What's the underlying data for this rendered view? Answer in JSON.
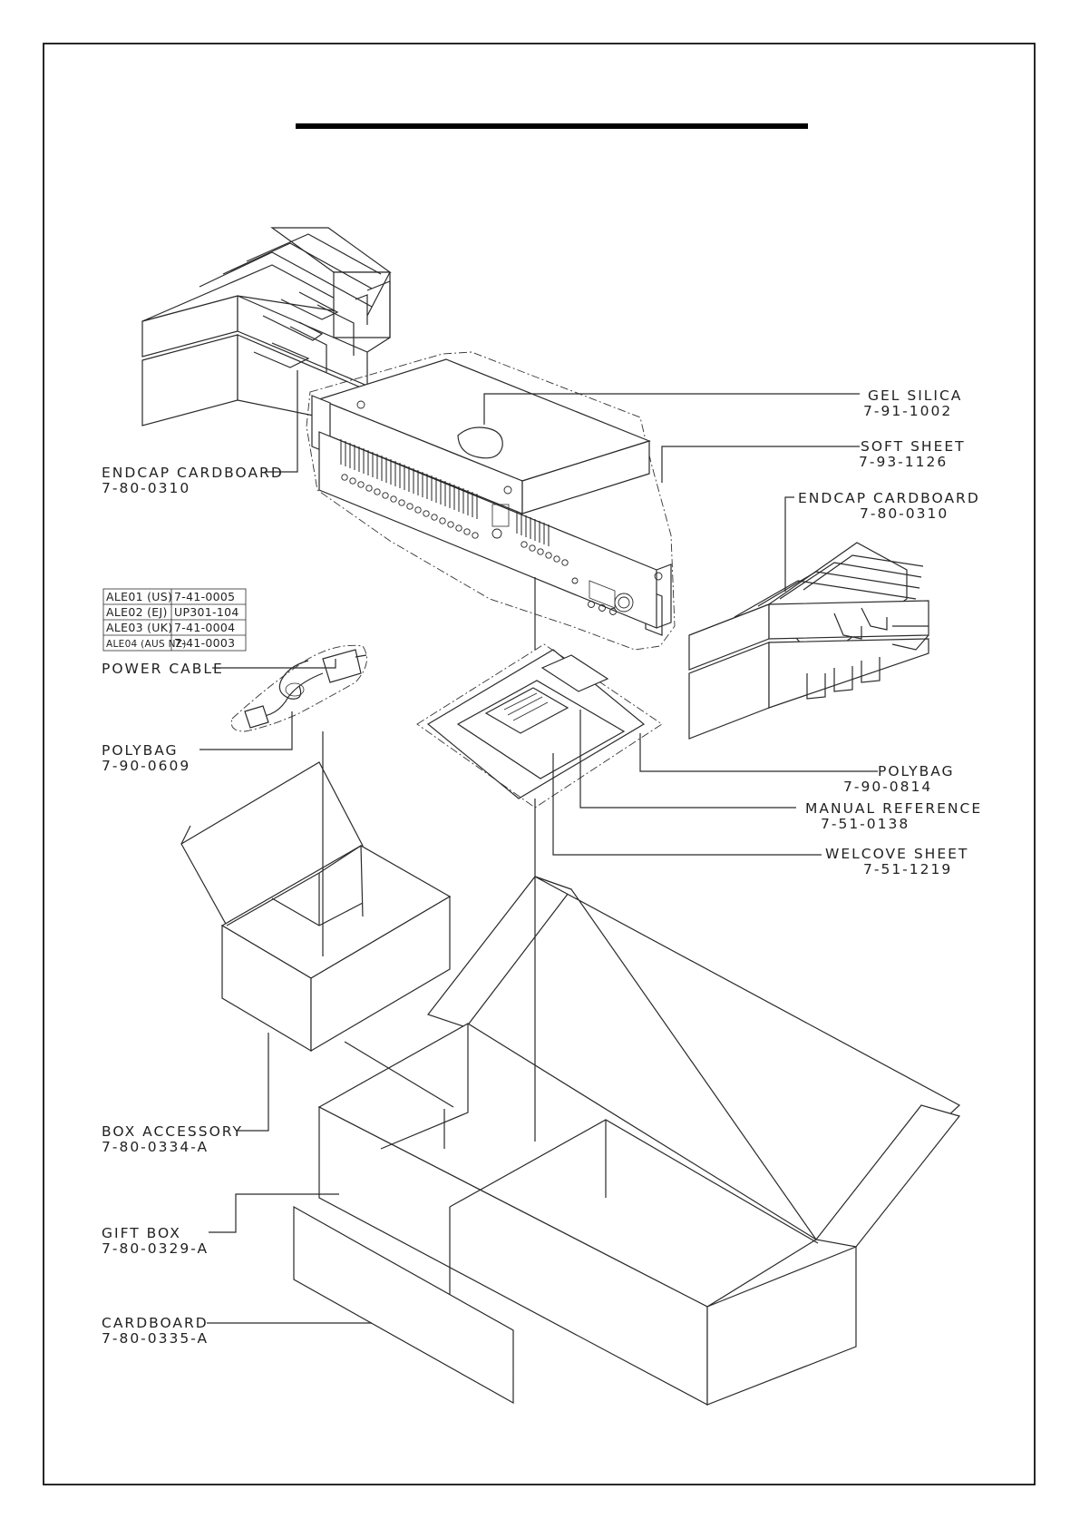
{
  "diagram": {
    "parts": [
      {
        "id": "endcap-left",
        "name": "ENDCAP CARDBOARD",
        "code": "7-80-0310"
      },
      {
        "id": "gel-silica",
        "name": "GEL SILICA",
        "code": "7-91-1002"
      },
      {
        "id": "soft-sheet",
        "name": "SOFT SHEET",
        "code": "7-93-1126"
      },
      {
        "id": "endcap-right",
        "name": "ENDCAP CARDBOARD",
        "code": "7-80-0310"
      },
      {
        "id": "power-cable",
        "name": "POWER CABLE",
        "code": ""
      },
      {
        "id": "polybag-cable",
        "name": "POLYBAG",
        "code": "7-90-0609"
      },
      {
        "id": "polybag-docs",
        "name": "POLYBAG",
        "code": "7-90-0814"
      },
      {
        "id": "manual-reference",
        "name": "MANUAL REFERENCE",
        "code": "7-51-0138"
      },
      {
        "id": "welcome-sheet",
        "name": "WELCOVE SHEET",
        "code": "7-51-1219"
      },
      {
        "id": "box-accessory",
        "name": "BOX ACCESSORY",
        "code": "7-80-0334-A"
      },
      {
        "id": "gift-box",
        "name": "GIFT BOX",
        "code": "7-80-0329-A"
      },
      {
        "id": "cardboard",
        "name": "CARDBOARD",
        "code": "7-80-0335-A"
      }
    ],
    "power_cable_table": [
      {
        "model": "ALE01 (US)",
        "code": "7-41-0005"
      },
      {
        "model": "ALE02 (EJ)",
        "code": "UP301-104"
      },
      {
        "model": "ALE03 (UK)",
        "code": "7-41-0004"
      },
      {
        "model": "ALE04 (AUS NZ)",
        "code": "7-41-0003"
      }
    ]
  }
}
